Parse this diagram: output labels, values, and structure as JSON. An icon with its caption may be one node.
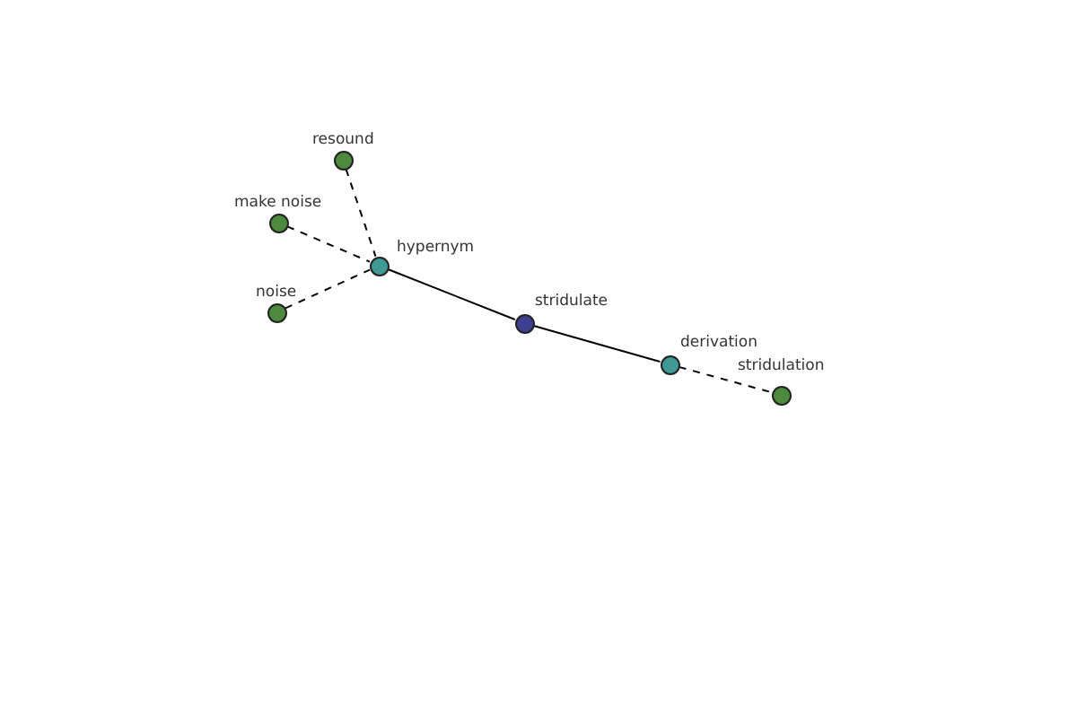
{
  "diagram": {
    "nodes": [
      {
        "text": [
          "resound"
        ]
      },
      {
        "text": [
          "make noise"
        ]
      },
      {
        "text": [
          "hypernym"
        ]
      },
      {
        "text": [
          "noise"
        ]
      },
      {
        "text": [
          "stridulate"
        ]
      },
      {
        "text": [
          "derivation"
        ]
      },
      {
        "text": [
          "stridulation"
        ]
      }
    ],
    "edges": [
      {
        "from": 0,
        "to": 2,
        "arrow": "none",
        "style": "dashed"
      },
      {
        "from": 1,
        "to": 2,
        "arrow": "none",
        "style": "dashed"
      },
      {
        "from": 3,
        "to": 2,
        "arrow": "none",
        "style": "dashed"
      },
      {
        "from": 2,
        "to": 4,
        "arrow": "none"
      },
      {
        "from": 4,
        "to": 5,
        "arrow": "none"
      },
      {
        "from": 5,
        "to": 6,
        "arrow": "none",
        "style": "dashed"
      }
    ]
  }
}
